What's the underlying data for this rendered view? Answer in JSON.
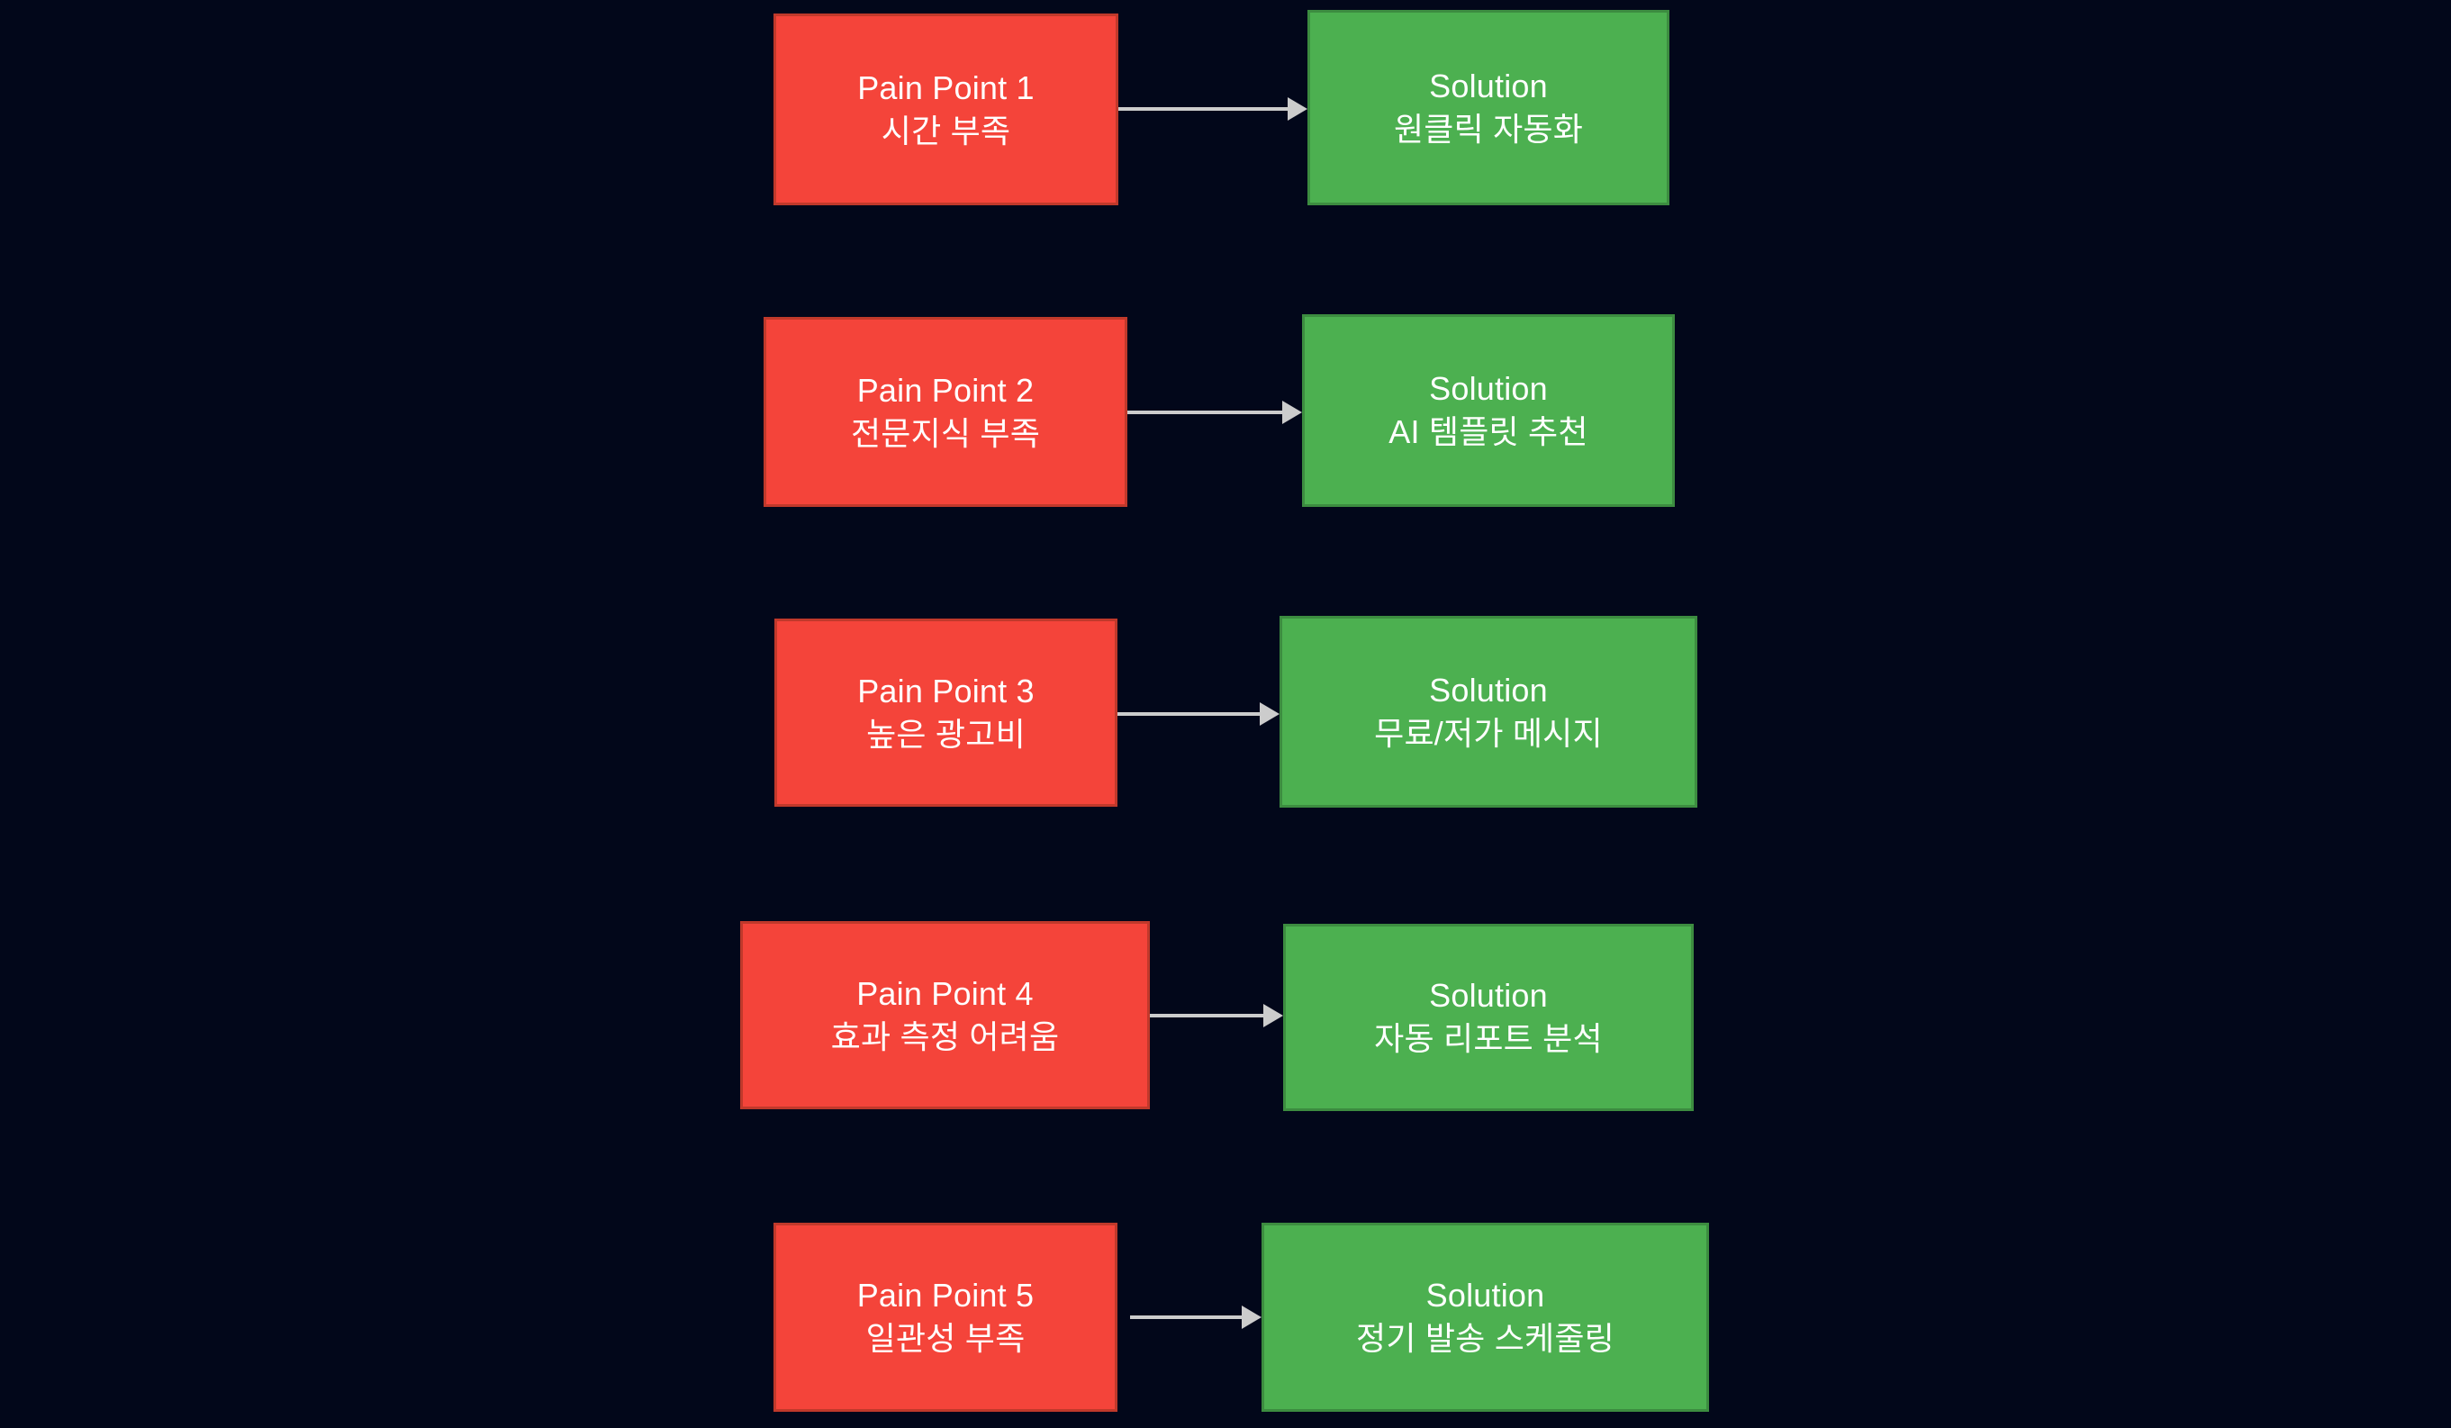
{
  "diagram": {
    "type": "flow-pairs",
    "background_color": "#02071a",
    "pain_color": "#f4443a",
    "pain_border_color": "#c0392b",
    "solution_color": "#4cb050",
    "solution_border_color": "#3c8c40",
    "arrow_color": "#cccccc",
    "text_color": "#ffffff",
    "rows": [
      {
        "pain": {
          "title": "Pain Point 1",
          "detail": "시간 부족"
        },
        "solution": {
          "title": "Solution",
          "detail": "원클릭 자동화"
        }
      },
      {
        "pain": {
          "title": "Pain Point 2",
          "detail": "전문지식 부족"
        },
        "solution": {
          "title": "Solution",
          "detail": "AI 템플릿 추천"
        }
      },
      {
        "pain": {
          "title": "Pain Point 3",
          "detail": "높은 광고비"
        },
        "solution": {
          "title": "Solution",
          "detail": "무료/저가 메시지"
        }
      },
      {
        "pain": {
          "title": "Pain Point 4",
          "detail": "효과 측정 어려움"
        },
        "solution": {
          "title": "Solution",
          "detail": "자동 리포트 분석"
        }
      },
      {
        "pain": {
          "title": "Pain Point 5",
          "detail": "일관성 부족"
        },
        "solution": {
          "title": "Solution",
          "detail": "정기 발송 스케줄링"
        }
      }
    ]
  }
}
